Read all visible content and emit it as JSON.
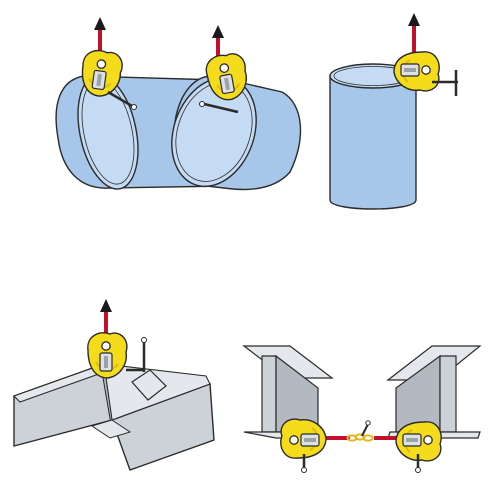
{
  "colors": {
    "background": "#ffffff",
    "pipe_fill": "#a7c7ea",
    "pipe_top": "#c4dbf3",
    "steel_light": "#e4e8ec",
    "steel_mid": "#cdd2d8",
    "steel_dark": "#b3b9c0",
    "outline": "#2b2b2b",
    "clamp_yellow": "#f5dc1a",
    "clamp_shadow": "#d9bd10",
    "lift_red": "#c4102e",
    "lift_black": "#1a1a1a",
    "chain_gold": "#e3b81c"
  },
  "figures": [
    {
      "name": "horizontal-pipe-axial-lift",
      "clamp": "clamp-icon",
      "lift": "lift-arrow-icon"
    },
    {
      "name": "horizontal-pipe-tilted-lift",
      "clamp": "clamp-icon",
      "lift": "lift-arrow-icon"
    },
    {
      "name": "vertical-cylinder-lift",
      "clamp": "clamp-icon",
      "lift": "lift-arrow-icon"
    },
    {
      "name": "steel-plate-edge-lift",
      "clamp": "clamp-icon",
      "lift": "lift-arrow-icon"
    },
    {
      "name": "i-beam-pair-horizontal-pull",
      "clamp": "clamp-icon",
      "lift": "chain-link-icon"
    }
  ]
}
